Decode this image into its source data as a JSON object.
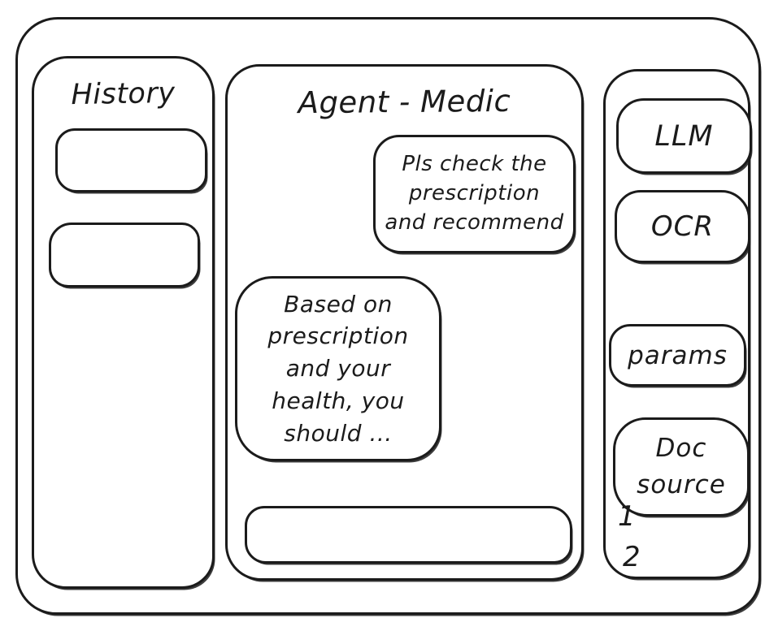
{
  "colors": {
    "ink": "#1b1b1b",
    "background": "#ffffff"
  },
  "history": {
    "title": "History",
    "items": [
      "",
      ""
    ]
  },
  "chat": {
    "title": "Agent - Medic",
    "messages": [
      {
        "role": "user",
        "text": "Pls check the\nprescription\nand recommend"
      },
      {
        "role": "agent",
        "text": "Based on\nprescription\nand your\nhealth, you\nshould ..."
      }
    ],
    "input": {
      "value": ""
    }
  },
  "tools": {
    "buttons": [
      {
        "label": "LLM"
      },
      {
        "label": "OCR"
      },
      {
        "label": "params"
      },
      {
        "label": "Doc source"
      }
    ],
    "doc_items": [
      "1",
      "2"
    ]
  }
}
